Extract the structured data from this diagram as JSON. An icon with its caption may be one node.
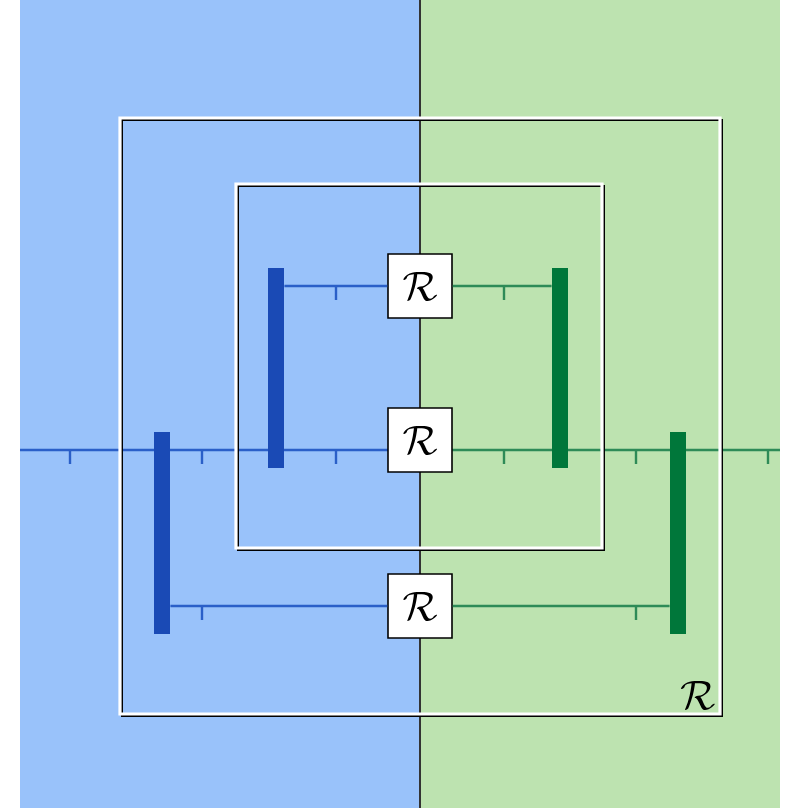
{
  "diagram": {
    "nodes": [
      {
        "text": [
          "\\mathcal{R}"
        ]
      },
      {
        "text": [],
        "shape": "box",
        "in": 0
      },
      {
        "text": [
          "\\mathcal{R}"
        ],
        "in": 1
      },
      {
        "text": [],
        "shape": "bar",
        "in": 1
      },
      {
        "text": [],
        "shape": "bar",
        "in": 1
      },
      {
        "text": [
          "\\mathcal{R}"
        ],
        "in": 1
      },
      {
        "text": [],
        "shape": "bar",
        "in": 0
      },
      {
        "text": [
          "\\mathcal{R}"
        ],
        "in": 0
      },
      {
        "text": [],
        "shape": "bar",
        "in": 0
      }
    ],
    "edges": [
      {
        "from": 3,
        "to": 2,
        "arrow": "none",
        "color": "#2a5fc8"
      },
      {
        "from": 2,
        "to": 4,
        "arrow": "none",
        "color": "#2e8b57"
      },
      {
        "from": 6,
        "to": 7,
        "arrow": "none",
        "color": "#2a5fc8"
      },
      {
        "from": 7,
        "to": 8,
        "arrow": "none",
        "color": "#2e8b57"
      }
    ]
  }
}
